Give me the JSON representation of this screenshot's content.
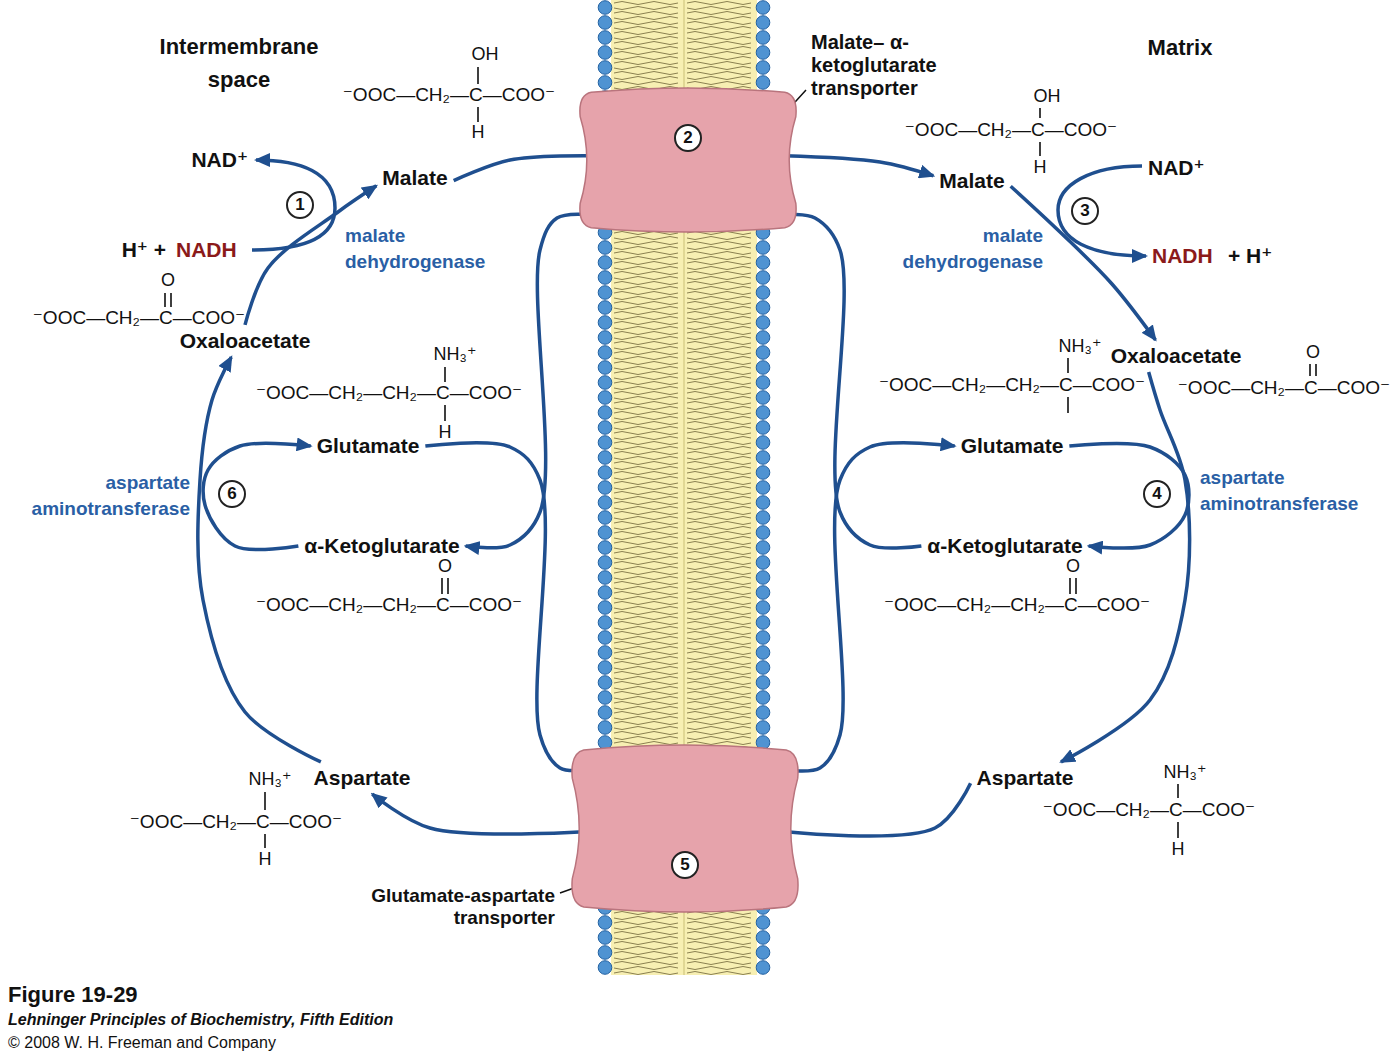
{
  "diagram": {
    "nodes": [
      {
        "text": [
          "Malate"
        ]
      },
      {
        "text": [
          "Oxaloacetate"
        ]
      },
      {
        "text": [
          "Glutamate"
        ]
      },
      {
        "text": [
          "α-Ketoglutarate"
        ]
      },
      {
        "text": [
          "Aspartate"
        ]
      },
      {
        "text": [
          "Malate"
        ]
      },
      {
        "text": [
          "Oxaloacetate"
        ]
      },
      {
        "text": [
          "Glutamate"
        ]
      },
      {
        "text": [
          "α-Ketoglutarate"
        ]
      },
      {
        "text": [
          "Aspartate"
        ]
      },
      {
        "text": [
          "2",
          "Malate– α-ketoglutarate transporter"
        ]
      },
      {
        "text": [
          "5",
          "Glutamate-aspartate transporter"
        ]
      }
    ],
    "edges": [
      {
        "from": 1,
        "to": 0,
        "arrow": "to"
      },
      {
        "from": 0,
        "to": 10,
        "arrow": "none"
      },
      {
        "from": 10,
        "to": 5,
        "arrow": "to"
      },
      {
        "from": 5,
        "to": 6,
        "arrow": "to"
      },
      {
        "from": 6,
        "to": 9,
        "arrow": "to"
      },
      {
        "from": 9,
        "to": 11,
        "arrow": "none"
      },
      {
        "from": 11,
        "to": 4,
        "arrow": "to"
      },
      {
        "from": 4,
        "to": 1,
        "arrow": "to"
      },
      {
        "from": 3,
        "to": 2,
        "arrow": "to"
      },
      {
        "from": 2,
        "to": 11,
        "arrow": "none"
      },
      {
        "from": 11,
        "to": 7,
        "arrow": "to"
      },
      {
        "from": 7,
        "to": 8,
        "arrow": "to"
      },
      {
        "from": 8,
        "to": 10,
        "arrow": "none"
      },
      {
        "from": 10,
        "to": 3,
        "arrow": "to"
      }
    ],
    "labels": [
      "Intermembrane space",
      "Matrix",
      "OH",
      "⁻OOC—CH₂—C—COO⁻",
      "H",
      "NAD⁺",
      "H⁺ +",
      "NADH",
      "1",
      "malate dehydrogenase",
      "O",
      "⁻OOC—CH₂—C—COO⁻",
      "NH₃⁺",
      "⁻OOC—CH₂—CH₂—C—COO⁻",
      "H",
      "aspartate aminotransferase",
      "6",
      "O",
      "⁻OOC—CH₂—CH₂—C—COO⁻",
      "NH₃⁺",
      "⁻OOC—CH₂—C—COO⁻",
      "H",
      "OH",
      "⁻OOC—CH₂—C—COO⁻",
      "H",
      "NAD⁺",
      "3",
      "malate dehydrogenase",
      "NADH",
      "+ H⁺",
      "NH₃⁺",
      "⁻OOC—CH₂—CH₂—C—COO⁻",
      "O",
      "⁻OOC—CH₂—C—COO⁻",
      "4",
      "aspartate aminotransferase",
      "O",
      "⁻OOC—CH₂—CH₂—C—COO⁻",
      "NH₃⁺",
      "⁻OOC—CH₂—C—COO⁻",
      "H",
      "Figure 19-29",
      "Lehninger Principles of Biochemistry, Fifth Edition",
      "© 2008 W. H. Freeman and Company"
    ]
  }
}
